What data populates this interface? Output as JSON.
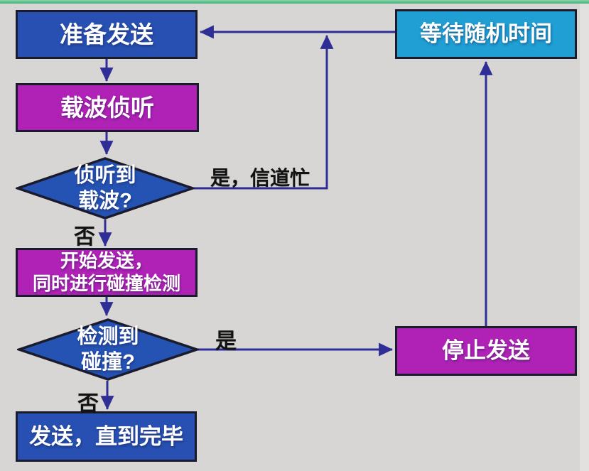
{
  "diagram": {
    "type": "flowchart",
    "topic": "CSMA/CD 发送流程",
    "nodes": {
      "prepare_send": {
        "label": "准备发送",
        "shape": "rect",
        "fill": "#2750b2"
      },
      "carrier_sense": {
        "label": "载波侦听",
        "shape": "rect",
        "fill": "#b022b6"
      },
      "carrier_detected": {
        "label": "侦听到\n载波?",
        "shape": "diamond",
        "fill": "#2553b4"
      },
      "start_send": {
        "label": "开始发送，\n同时进行碰撞检测",
        "shape": "rect",
        "fill": "#b022b6"
      },
      "collision_detected": {
        "label": "检测到\n碰撞?",
        "shape": "diamond",
        "fill": "#2553b4"
      },
      "send_until_done": {
        "label": "发送，直到完毕",
        "shape": "rect",
        "fill": "#2750b2"
      },
      "wait_random_time": {
        "label": "等待随机时间",
        "shape": "rect",
        "fill": "#1f9fd4"
      },
      "stop_send": {
        "label": "停止发送",
        "shape": "rect",
        "fill": "#b022b6"
      }
    },
    "edge_labels": {
      "carrier_yes": "是，信道忙",
      "carrier_no": "否",
      "collision_yes": "是",
      "collision_no": "否"
    },
    "edges": [
      {
        "from": "prepare_send",
        "to": "carrier_sense",
        "label": ""
      },
      {
        "from": "carrier_sense",
        "to": "carrier_detected",
        "label": ""
      },
      {
        "from": "carrier_detected",
        "to": "start_send",
        "label": "否"
      },
      {
        "from": "carrier_detected",
        "to": "wait_random_time",
        "label": "是，信道忙"
      },
      {
        "from": "start_send",
        "to": "collision_detected",
        "label": ""
      },
      {
        "from": "collision_detected",
        "to": "send_until_done",
        "label": "否"
      },
      {
        "from": "collision_detected",
        "to": "stop_send",
        "label": "是"
      },
      {
        "from": "stop_send",
        "to": "wait_random_time",
        "label": ""
      },
      {
        "from": "wait_random_time",
        "to": "prepare_send",
        "label": ""
      }
    ],
    "colors": {
      "background": "#d7d6d4",
      "top_bar_green": "#3aaf72",
      "process_blue": "#2750b2",
      "process_magenta": "#b022b6",
      "process_cyan": "#1f9fd4",
      "connector_navy": "#2e2e96",
      "node_border": "#1b1b2e",
      "label_text": "#121212"
    }
  }
}
